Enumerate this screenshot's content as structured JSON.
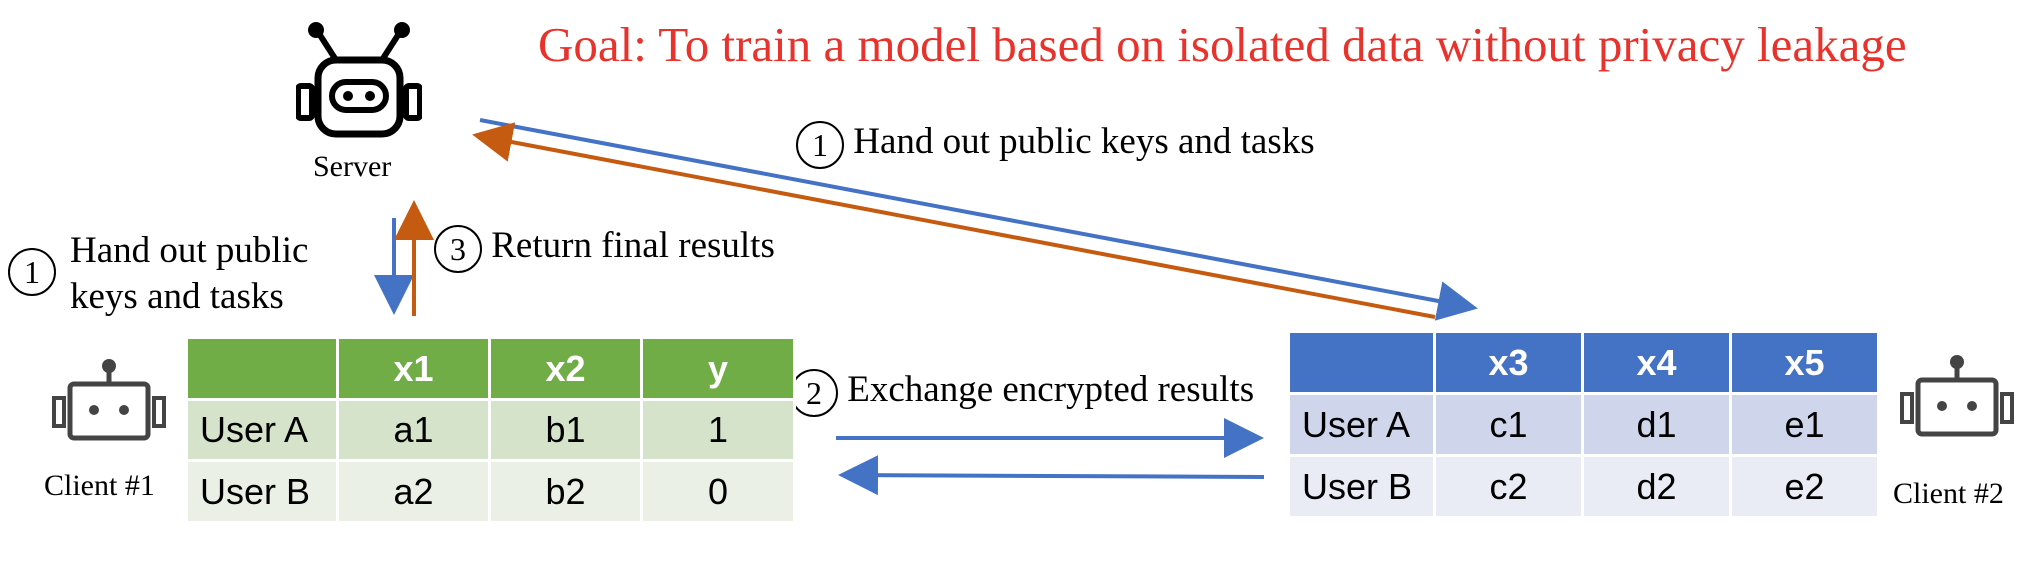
{
  "goal": "Goal: To train a model based on isolated data without privacy leakage",
  "server": {
    "label": "Server",
    "icon": "robot-icon"
  },
  "client1": {
    "label": "Client #1",
    "icon": "robot-icon",
    "table": {
      "columns": [
        "",
        "x1",
        "x2",
        "y"
      ],
      "rows": [
        [
          "User A",
          "a1",
          "b1",
          "1"
        ],
        [
          "User B",
          "a2",
          "b2",
          "0"
        ]
      ]
    }
  },
  "client2": {
    "label": "Client #2",
    "icon": "robot-icon",
    "table": {
      "columns": [
        "",
        "x3",
        "x4",
        "x5"
      ],
      "rows": [
        [
          "User A",
          "c1",
          "d1",
          "e1"
        ],
        [
          "User B",
          "c2",
          "d2",
          "e2"
        ]
      ]
    }
  },
  "steps": {
    "step1_left": {
      "number": "1",
      "line1": "Hand out public",
      "line2": "keys and tasks"
    },
    "step1_top": {
      "number": "1",
      "text": "Hand out public keys and tasks"
    },
    "step2": {
      "number": "2",
      "text": "Exchange encrypted results"
    },
    "step3": {
      "number": "3",
      "text": "Return final results"
    }
  },
  "colors": {
    "goal": "#e8322c",
    "blue": "#4472c4",
    "orange": "#c55a11",
    "green_header": "#70ad47",
    "green_row1": "#d5e3cb",
    "green_row2": "#eaf0e5",
    "blue_header": "#4472c4",
    "blue_row1": "#cfd5ea",
    "blue_row2": "#e9ebf5",
    "icon": "#444444"
  }
}
